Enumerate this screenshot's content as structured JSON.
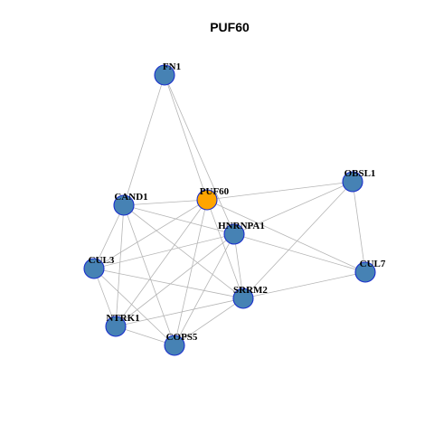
{
  "title": "PUF60",
  "colors": {
    "focus_node": "#FFA500",
    "node": "#4682B4",
    "node_border": "#1a2fcc",
    "edge": "#b5b5b5"
  },
  "nodes": [
    {
      "id": "FN1",
      "label": "FN1",
      "focus": false
    },
    {
      "id": "PUF60",
      "label": "PUF60",
      "focus": true
    },
    {
      "id": "OBSL1",
      "label": "OBSL1",
      "focus": false
    },
    {
      "id": "CAND1",
      "label": "CAND1",
      "focus": false
    },
    {
      "id": "HNRNPA1",
      "label": "HNRNPA1",
      "focus": false
    },
    {
      "id": "CUL3",
      "label": "CUL3",
      "focus": false
    },
    {
      "id": "CUL7",
      "label": "CUL7",
      "focus": false
    },
    {
      "id": "SRRM2",
      "label": "SRRM2",
      "focus": false
    },
    {
      "id": "NTRK1",
      "label": "NTRK1",
      "focus": false
    },
    {
      "id": "COPS5",
      "label": "COPS5",
      "focus": false
    }
  ],
  "edges": [
    [
      "FN1",
      "CAND1"
    ],
    [
      "FN1",
      "PUF60"
    ],
    [
      "FN1",
      "HNRNPA1"
    ],
    [
      "PUF60",
      "CAND1"
    ],
    [
      "PUF60",
      "OBSL1"
    ],
    [
      "PUF60",
      "CUL7"
    ],
    [
      "PUF60",
      "CUL3"
    ],
    [
      "PUF60",
      "NTRK1"
    ],
    [
      "PUF60",
      "COPS5"
    ],
    [
      "PUF60",
      "SRRM2"
    ],
    [
      "OBSL1",
      "HNRNPA1"
    ],
    [
      "OBSL1",
      "CUL7"
    ],
    [
      "OBSL1",
      "SRRM2"
    ],
    [
      "CAND1",
      "HNRNPA1"
    ],
    [
      "CAND1",
      "CUL3"
    ],
    [
      "CAND1",
      "NTRK1"
    ],
    [
      "CAND1",
      "COPS5"
    ],
    [
      "CAND1",
      "SRRM2"
    ],
    [
      "HNRNPA1",
      "CUL3"
    ],
    [
      "HNRNPA1",
      "CUL7"
    ],
    [
      "HNRNPA1",
      "SRRM2"
    ],
    [
      "HNRNPA1",
      "NTRK1"
    ],
    [
      "HNRNPA1",
      "COPS5"
    ],
    [
      "CUL3",
      "NTRK1"
    ],
    [
      "CUL3",
      "COPS5"
    ],
    [
      "CUL3",
      "SRRM2"
    ],
    [
      "CUL7",
      "SRRM2"
    ],
    [
      "SRRM2",
      "NTRK1"
    ],
    [
      "SRRM2",
      "COPS5"
    ],
    [
      "NTRK1",
      "COPS5"
    ]
  ]
}
